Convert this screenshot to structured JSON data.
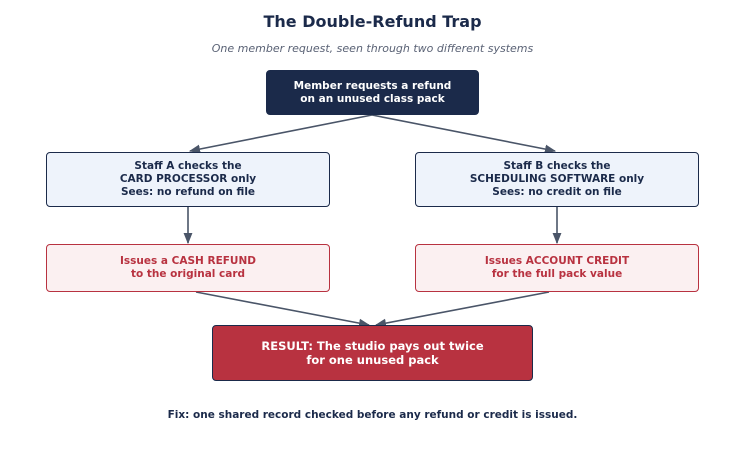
{
  "title": "The Double-Refund Trap",
  "subtitle": "One member request, seen through two different systems",
  "nodes": {
    "request": {
      "lines": [
        "Member requests a refund",
        "on an unused class pack"
      ]
    },
    "staff_a_check": {
      "lines": [
        "Staff A checks the",
        "CARD PROCESSOR only",
        "Sees: no refund on file"
      ]
    },
    "staff_b_check": {
      "lines": [
        "Staff B checks the",
        "SCHEDULING SOFTWARE only",
        "Sees: no credit on file"
      ]
    },
    "cash_refund": {
      "lines": [
        "Issues a CASH REFUND",
        "to the original card"
      ]
    },
    "account_credit": {
      "lines": [
        "Issues ACCOUNT CREDIT",
        "for the full pack value"
      ]
    },
    "result": {
      "lines": [
        "RESULT: The studio pays out twice",
        "for one unused pack"
      ]
    }
  },
  "edges": [
    {
      "from": "request",
      "to": "staff_a_check"
    },
    {
      "from": "request",
      "to": "staff_b_check"
    },
    {
      "from": "staff_a_check",
      "to": "cash_refund"
    },
    {
      "from": "staff_b_check",
      "to": "account_credit"
    },
    {
      "from": "cash_refund",
      "to": "result"
    },
    {
      "from": "account_credit",
      "to": "result"
    }
  ],
  "footer": "Fix: one shared record checked before any refund or credit is issued.",
  "colors": {
    "navy": "#1b2a4a",
    "red": "#b83240",
    "light_blue": "#eef3fb",
    "light_pink": "#fbf0f1",
    "arrow": "#4a5568"
  }
}
